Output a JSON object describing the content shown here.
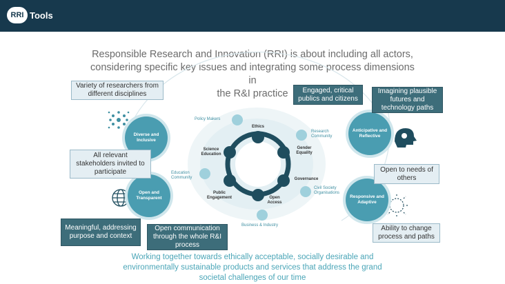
{
  "header": {
    "logo_badge": "RRI",
    "logo_text": "Tools"
  },
  "headline": {
    "line1": "Responsible Research and Innovation (RRI) is about including all actors,",
    "line2": "considering specific key issues and integrating some process dimensions in",
    "line3": "the R&I practice"
  },
  "callouts": {
    "variety": "Variety of researchers from different disciplines",
    "stakeholders": "All relevant stakeholders invited to participate",
    "meaningful": "Meaningful, addressing purpose and context",
    "open_comm": "Open communication through the whole R&I process",
    "engaged": "Engaged, critical publics and citizens",
    "imagining": "Imagining plausible futures and technology paths",
    "open_needs": "Open to needs of others",
    "ability": "Ability to change process and paths"
  },
  "pillars": {
    "diverse": "Diverse and Inclusive",
    "open": "Open and Transparent",
    "anticipative": "Anticipative and Reflective",
    "responsive": "Responsive and Adaptive"
  },
  "key_issues": {
    "ethics": "Ethics",
    "gender": "Gender Equality",
    "governance": "Governance",
    "open_access": "Open Access",
    "public_engagement": "Public Engagement",
    "science_education": "Science Education"
  },
  "actors": {
    "policy_makers": "Policy Makers",
    "research_community": "Research Community",
    "education_community": "Education Community",
    "civil_society": "Civil Society Organisations",
    "business": "Business & Industry"
  },
  "footer": {
    "line1": "Working together towards ethically acceptable, socially desirable and",
    "line2": "environmentally sustainable products and services that address the grand",
    "line3": "societal challenges of our time"
  },
  "colors": {
    "header_bg": "#17394d",
    "teal": "#4a9db1",
    "dark_callout": "#3d6d7a",
    "footer_text": "#4aa5b7"
  }
}
